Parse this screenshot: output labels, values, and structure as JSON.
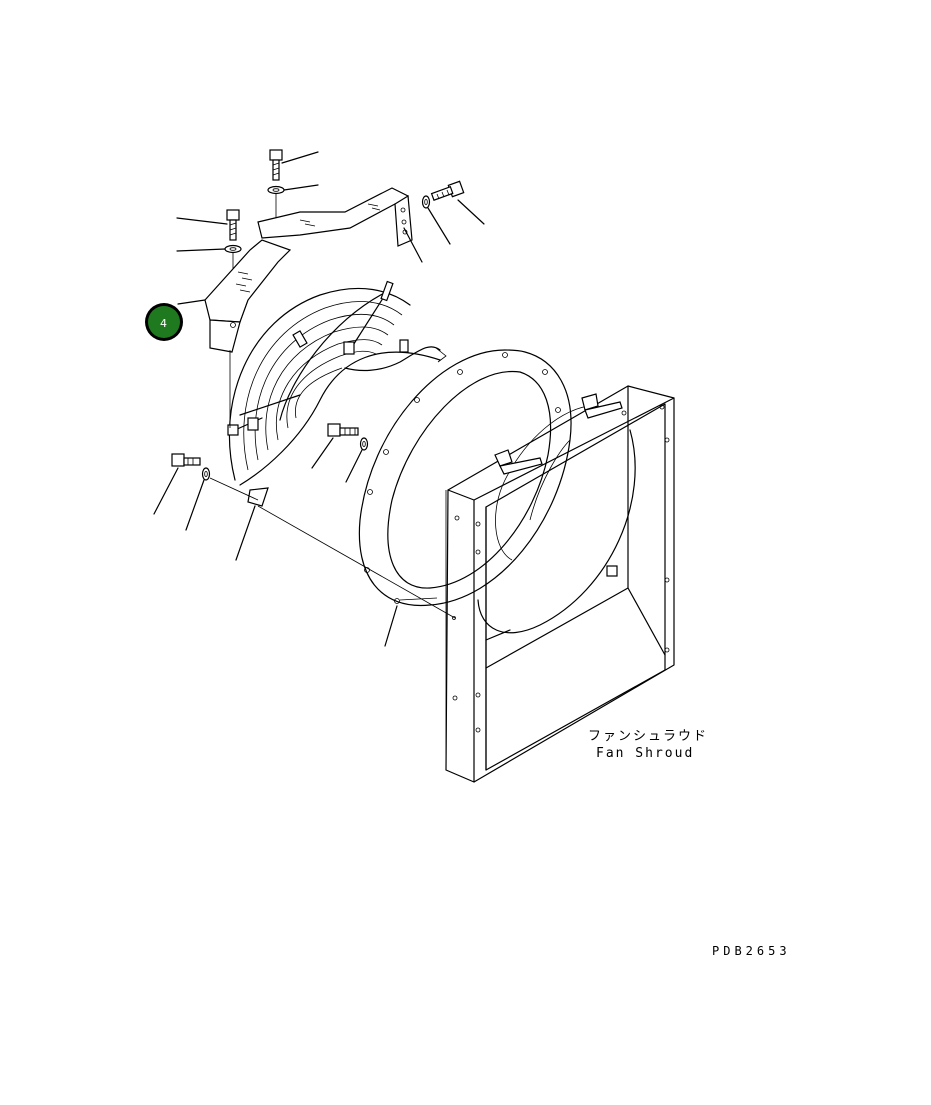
{
  "callouts": [
    {
      "id": "4",
      "label": "4",
      "color": "#1f7a1f"
    }
  ],
  "labels": {
    "part_name_jp": "ファンシュラウド",
    "part_name_en": "Fan Shroud",
    "drawing_code": "PDB2653"
  },
  "colors": {
    "line": "#000000",
    "callout_fill": "#1f7a1f",
    "callout_ring": "#000000"
  }
}
